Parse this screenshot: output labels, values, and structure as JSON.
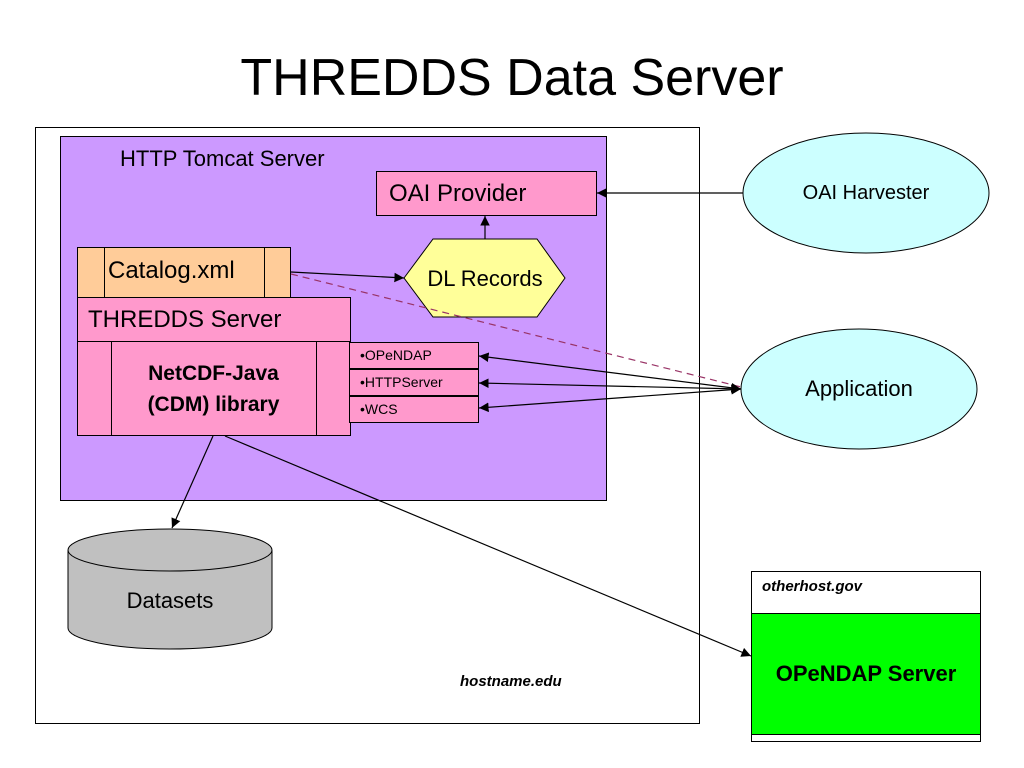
{
  "title": "THREDDS Data Server",
  "host": {
    "label": "hostname.edu",
    "tomcat": {
      "label": "HTTP Tomcat Server",
      "oai_provider": "OAI Provider",
      "catalog": "Catalog.xml",
      "dl_records": "DL Records",
      "thredds_server": "THREDDS Server",
      "netcdf_line1": "NetCDF-Java",
      "netcdf_line2": "(CDM) library",
      "services": [
        "•OPeNDAP",
        "•HTTPServer",
        "•WCS"
      ]
    },
    "datasets": "Datasets"
  },
  "external": {
    "oai_harvester": "OAI Harvester",
    "application": "Application",
    "otherhost": {
      "label": "otherhost.gov",
      "server": "OPeNDAP Server"
    }
  },
  "colors": {
    "tomcat": "#cc99ff",
    "pink": "#ff99cc",
    "catalog": "#ffcc99",
    "dl_records": "#ffff99",
    "ellipse": "#ccffff",
    "datasets": "#c0c0c0",
    "opendap_server": "#00ff00",
    "dashed_link": "#993366"
  }
}
